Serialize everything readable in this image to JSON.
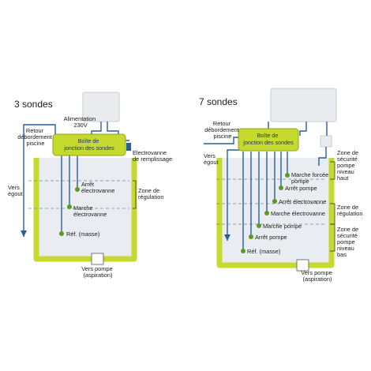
{
  "colors": {
    "tank_border": "#c5d92e",
    "junction_fill": "#c5d92e",
    "wire": "#2a5f95",
    "probe_dot": "#5c9a1d",
    "water_dash": "#7b8794",
    "device_fill": "#e9ebee",
    "tank_fill": "#e9edf1"
  },
  "left": {
    "title": "3 sondes",
    "power_label": [
      "Alimentation",
      "230V"
    ],
    "return_label": [
      "Retour",
      "débordement",
      "piscine"
    ],
    "junction_label": [
      "Boîte de",
      "jonction des sondes"
    ],
    "valve_label": [
      "Electrovanne",
      "de remplissage"
    ],
    "drain_label": [
      "Vers",
      "égout"
    ],
    "zone_label": [
      "Zone de",
      "régulation"
    ],
    "probes": [
      {
        "label": [
          "Arrêt",
          "électrovanne"
        ]
      },
      {
        "label": [
          "Marche",
          "électrovanne"
        ]
      },
      {
        "label": [
          "Réf. (masse)"
        ]
      }
    ],
    "pump_label": [
      "Vers pompe",
      "(aspiration)"
    ]
  },
  "right": {
    "title": "7 sondes",
    "return_label": [
      "Retour",
      "débordement",
      "piscine"
    ],
    "junction_label": [
      "Boîte de",
      "jonction des sondes"
    ],
    "drain_label": [
      "Vers",
      "égout"
    ],
    "probes": [
      {
        "label": [
          "Marche forcée",
          "pompe"
        ]
      },
      {
        "label": [
          "Arrêt pompe"
        ]
      },
      {
        "label": [
          "Arrêt électrovanne"
        ]
      },
      {
        "label": [
          "Marche électrovanne"
        ]
      },
      {
        "label": [
          "Marche pompe"
        ]
      },
      {
        "label": [
          "Arrêt pompe"
        ]
      },
      {
        "label": [
          "Réf. (masse)"
        ]
      }
    ],
    "zone_high_label": [
      "Zone de",
      "sécurité",
      "pompe",
      "niveau",
      "haut"
    ],
    "zone_reg_label": [
      "Zone de",
      "régulation"
    ],
    "zone_low_label": [
      "Zone de",
      "sécurité",
      "pompe",
      "niveau",
      "bas"
    ],
    "pump_label": [
      "Vers pompe",
      "(aspiration)"
    ]
  }
}
